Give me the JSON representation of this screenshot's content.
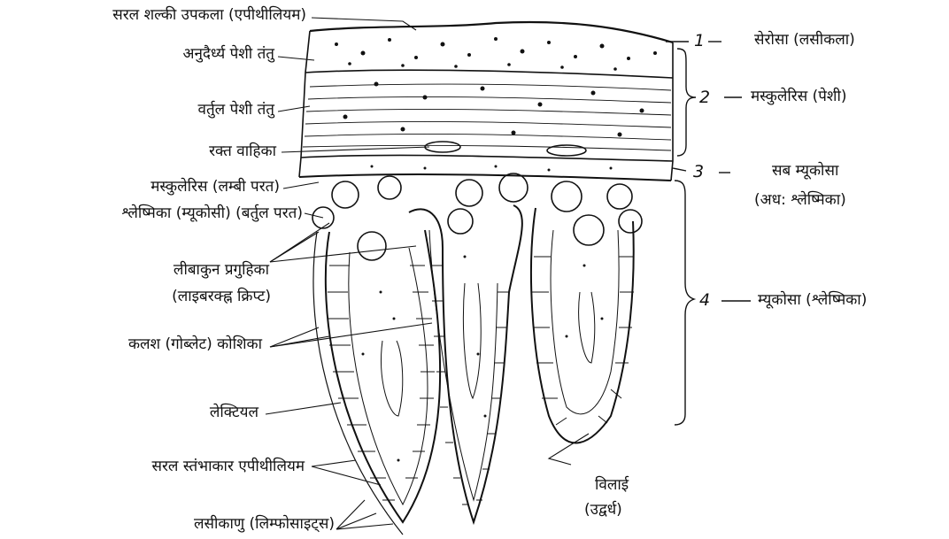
{
  "left_labels": {
    "simple_squamous_epithelium": "सरल शल्की उपकला (एपीथीलियम)",
    "longitudinal_muscle": "अनुदैर्ध्य पेशी तंतु",
    "circular_muscle": "वर्तुल पेशी तंतु",
    "blood_vessel": "रक्त वाहिका",
    "muscularis_longitudinal": "मस्कुलेरिस (लम्बी परत)",
    "mucosa_circular": "श्लेष्मिका (म्यूकोसी) (बर्तुल परत)",
    "crypt_line1": "लीबाकुन प्रगुहिका",
    "crypt_line2": "(लाइबरक्ह्न क्रिप्ट)",
    "goblet_cell": "कलश (गोब्लेट) कोशिका",
    "lacteal": "लेक्टियल",
    "simple_columnar": "सरल स्तंभाकार एपीथीलियम",
    "lymphocytes": "लसीकाणु (लिम्फोसाइट्स)"
  },
  "right_labels": {
    "n1": "1",
    "serosa": "सेरोसा (लसीकला)",
    "n2": "2",
    "muscularis": "मस्कुलेरिस (पेशी)",
    "n3": "3",
    "submucosa_line1": "सब म्यूकोसा",
    "submucosa_line2": "(अध: श्लेष्मिका)",
    "n4": "4",
    "mucosa": "म्यूकोसा (श्लेष्मिका)"
  },
  "bottom_labels": {
    "villi_line1": "विलाई",
    "villi_line2": "(उद्वर्ध)"
  }
}
